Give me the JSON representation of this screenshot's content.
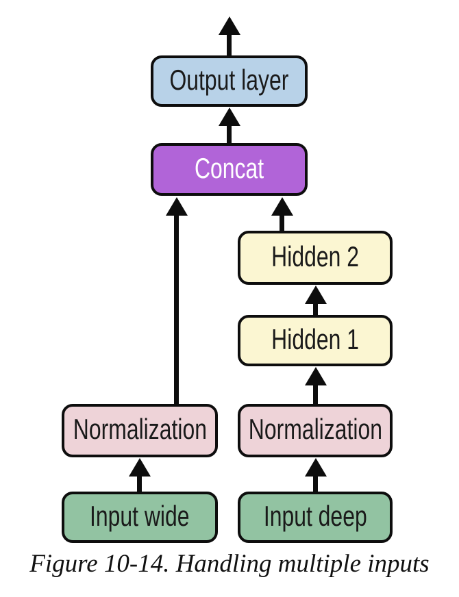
{
  "figure": {
    "caption": "Figure 10-14. Handling multiple inputs"
  },
  "diagram": {
    "type": "neural-network-flow-diagram",
    "background": "#ffffff",
    "node_border_color": "#0d0d0d",
    "arrow_color": "#0d0d0d",
    "nodes": [
      {
        "id": "output-layer",
        "label": "Output layer",
        "fill": "#b8d2e8",
        "text_color": "#1a1a1a"
      },
      {
        "id": "concat",
        "label": "Concat",
        "fill": "#b164d8",
        "text_color": "#ffffff"
      },
      {
        "id": "hidden-2",
        "label": "Hidden 2",
        "fill": "#fbf6d2",
        "text_color": "#1a1a1a"
      },
      {
        "id": "hidden-1",
        "label": "Hidden 1",
        "fill": "#fbf6d2",
        "text_color": "#1a1a1a"
      },
      {
        "id": "normalization-left",
        "label": "Normalization",
        "fill": "#eed3d8",
        "text_color": "#1a1a1a"
      },
      {
        "id": "normalization-right",
        "label": "Normalization",
        "fill": "#eed3d8",
        "text_color": "#1a1a1a"
      },
      {
        "id": "input-wide",
        "label": "Input wide",
        "fill": "#92c3a2",
        "text_color": "#1a1a1a"
      },
      {
        "id": "input-deep",
        "label": "Input deep",
        "fill": "#92c3a2",
        "text_color": "#1a1a1a"
      }
    ],
    "edges": [
      {
        "from": "output-layer",
        "to": "external-output"
      },
      {
        "from": "concat",
        "to": "output-layer"
      },
      {
        "from": "normalization-left",
        "to": "concat"
      },
      {
        "from": "hidden-2",
        "to": "concat"
      },
      {
        "from": "hidden-1",
        "to": "hidden-2"
      },
      {
        "from": "normalization-right",
        "to": "hidden-1"
      },
      {
        "from": "input-wide",
        "to": "normalization-left"
      },
      {
        "from": "input-deep",
        "to": "normalization-right"
      }
    ]
  }
}
